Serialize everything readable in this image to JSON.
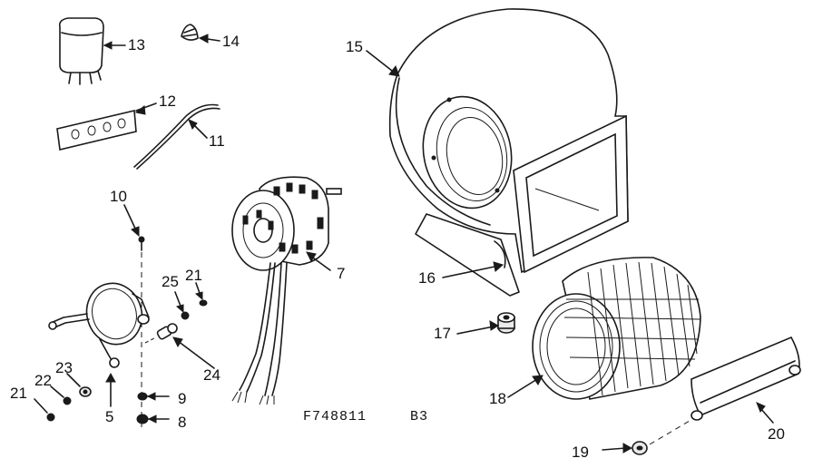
{
  "figure": {
    "drawing_code": "F748811",
    "sheet": "B3"
  },
  "callouts": [
    {
      "id": "c1",
      "text": "13"
    },
    {
      "id": "c2",
      "text": "14"
    },
    {
      "id": "c3",
      "text": "15"
    },
    {
      "id": "c4",
      "text": "12"
    },
    {
      "id": "c5",
      "text": "11"
    },
    {
      "id": "c6",
      "text": "10"
    },
    {
      "id": "c7",
      "text": "7"
    },
    {
      "id": "c8",
      "text": "16"
    },
    {
      "id": "c9",
      "text": "25"
    },
    {
      "id": "c10",
      "text": "21"
    },
    {
      "id": "c11",
      "text": "17"
    },
    {
      "id": "c12",
      "text": "24"
    },
    {
      "id": "c13",
      "text": "18"
    },
    {
      "id": "c14",
      "text": "23"
    },
    {
      "id": "c15",
      "text": "22"
    },
    {
      "id": "c16",
      "text": "21"
    },
    {
      "id": "c17",
      "text": "5"
    },
    {
      "id": "c18",
      "text": "9"
    },
    {
      "id": "c19",
      "text": "8"
    },
    {
      "id": "c20",
      "text": "20"
    },
    {
      "id": "c21",
      "text": "19"
    }
  ]
}
